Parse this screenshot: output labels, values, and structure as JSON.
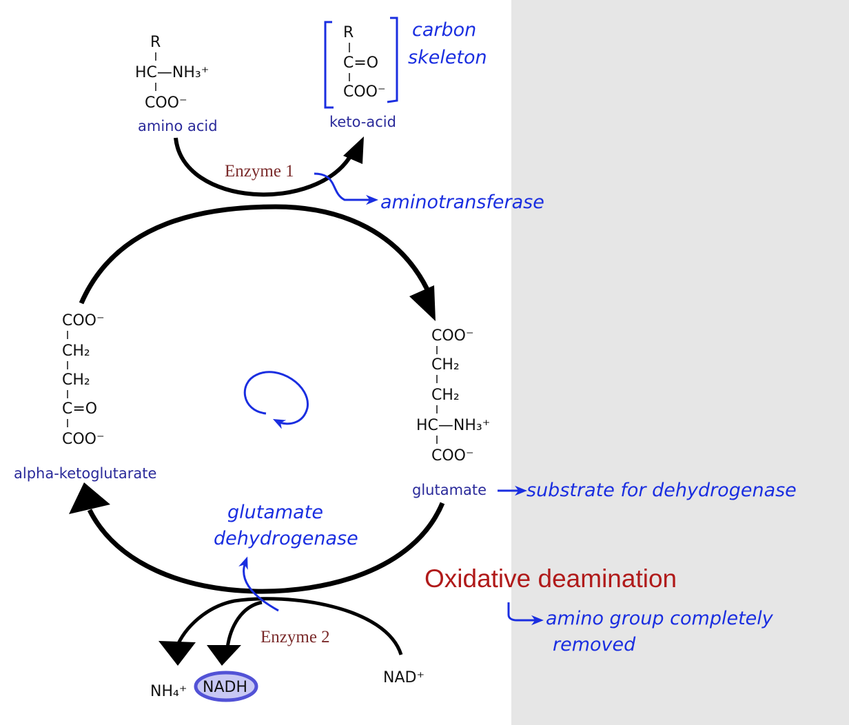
{
  "title": "Oxidative deamination",
  "compounds": {
    "amino_acid": {
      "lines": [
        "R",
        "HC—NH₃⁺",
        "COO⁻"
      ],
      "name": "amino acid"
    },
    "keto_acid": {
      "lines": [
        "R",
        "C=O",
        "COO⁻"
      ],
      "name": "keto-acid"
    },
    "alpha_kg": {
      "lines": [
        "COO⁻",
        "CH₂",
        "CH₂",
        "C=O",
        "COO⁻"
      ],
      "name": "alpha-ketoglutarate"
    },
    "glutamate": {
      "lines": [
        "COO⁻",
        "CH₂",
        "CH₂",
        "HC—NH₃⁺",
        "COO⁻"
      ],
      "name": "glutamate"
    }
  },
  "enzymes": {
    "enzyme1": "Enzyme 1",
    "enzyme2": "Enzyme 2"
  },
  "cofactors": {
    "nh4": "NH₄⁺",
    "nadh": "NADH",
    "nad": "NAD⁺"
  },
  "annotations": {
    "carbon_skeleton_1": "carbon",
    "carbon_skeleton_2": "skeleton",
    "aminotransferase": "aminotransferase",
    "substrate": "substrate for dehydrogenase",
    "gdh_1": "glutamate",
    "gdh_2": "dehydrogenase",
    "amino_removed_1": "amino group completely",
    "amino_removed_2": "removed"
  },
  "colors": {
    "annotation": "#1a2ee0",
    "title": "#b01a1a",
    "enzyme": "#7a2a2a",
    "compound_name": "#2a2a9a",
    "panel": "#e6e6e6"
  },
  "icons": [
    "cycle-arrow-icon",
    "nadh-highlight-circle"
  ]
}
